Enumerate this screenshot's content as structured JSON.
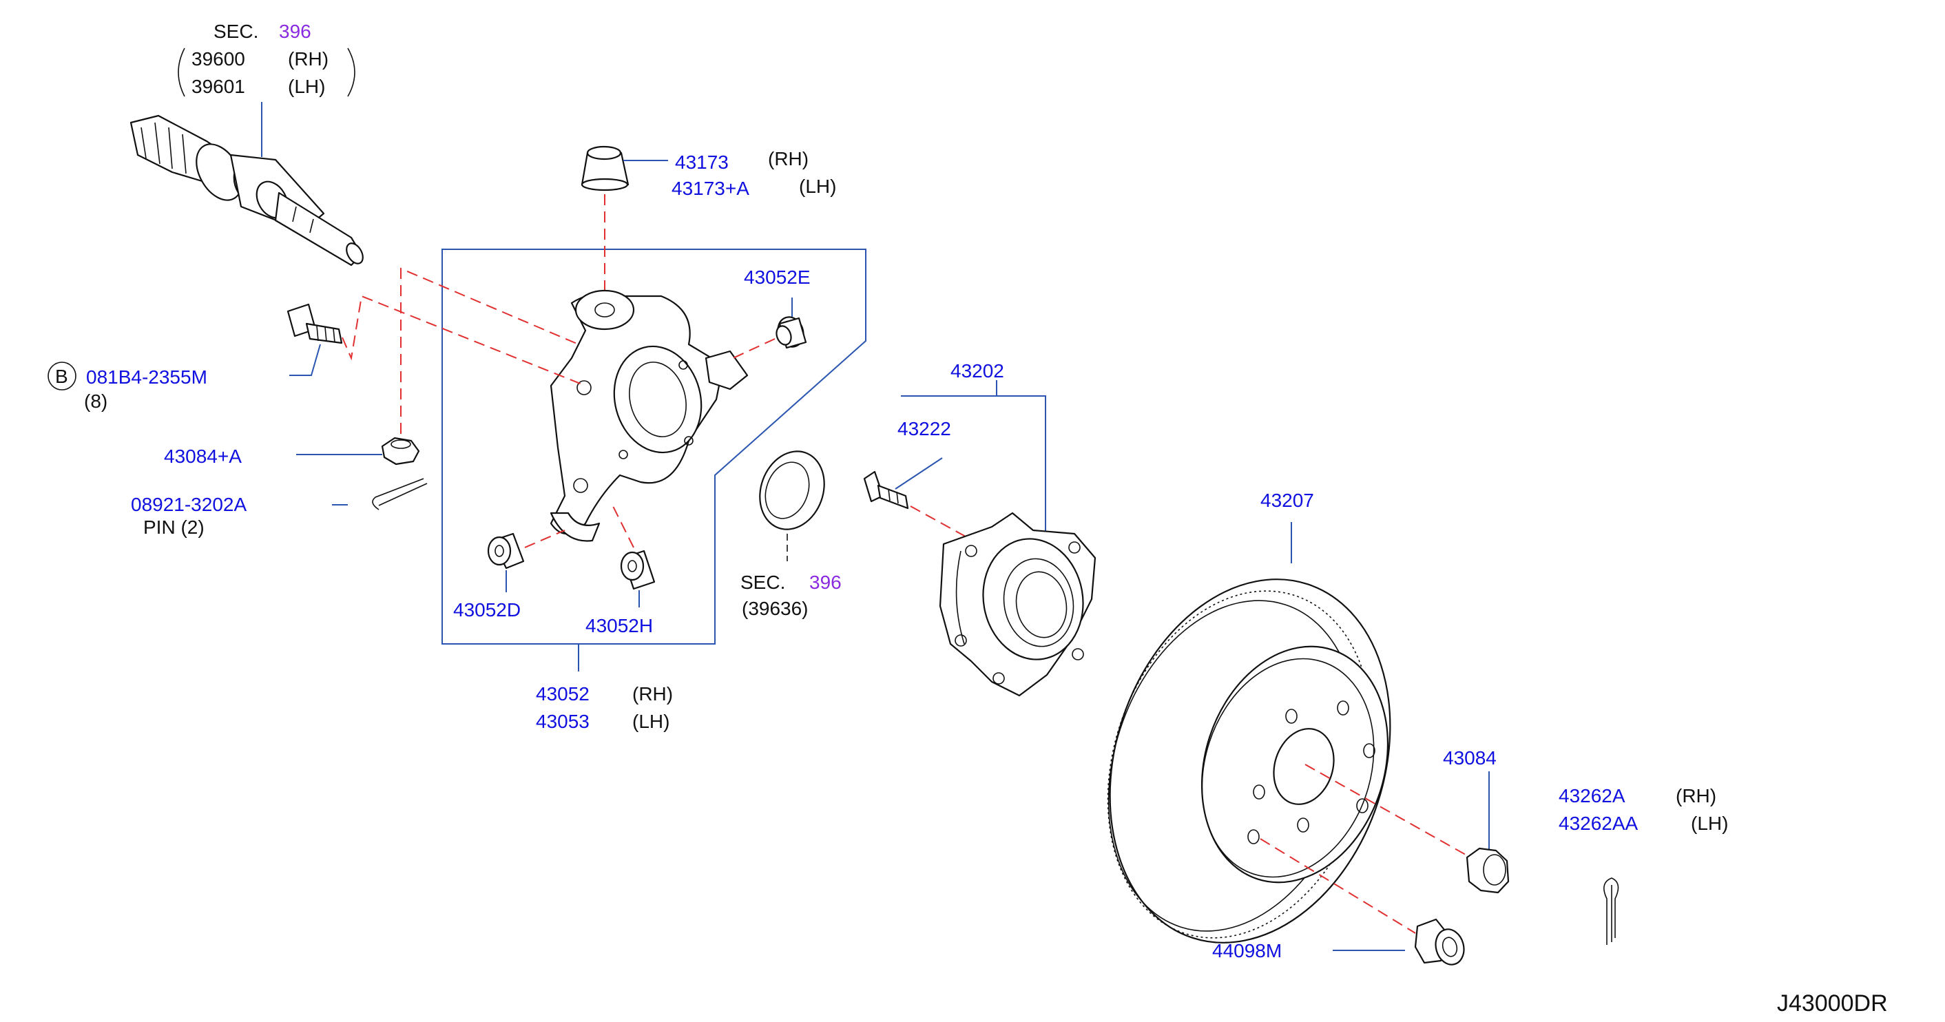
{
  "diagram": {
    "code": "J43000DR",
    "drive_shaft": {
      "sec": "SEC.",
      "sec_num": "396",
      "pn_rh": "39600",
      "rh": "(RH)",
      "pn_lh": "39601",
      "lh": "(LH)"
    },
    "cap": {
      "pn_rh": "43173",
      "rh": "(RH)",
      "pn_lh": "43173+A",
      "lh": "(LH)"
    },
    "bush_e": "43052E",
    "bolt": {
      "marker": "B",
      "pn": "081B4-2355M",
      "qty": "(8)"
    },
    "nut_a": "43084+A",
    "pin": {
      "pn": "08921-3202A",
      "desc": "PIN (2)"
    },
    "bush_d": "43052D",
    "bush_h": "43052H",
    "knuckle": {
      "pn_rh": "43052",
      "rh": "(RH)",
      "pn_lh": "43053",
      "lh": "(LH)"
    },
    "seal": {
      "sec": "SEC.",
      "sec_num": "396",
      "pn": "(39636)"
    },
    "hub_assy": "43202",
    "hub_bolt": "43222",
    "rotor": "43207",
    "wheel_nut": "43084",
    "cotter": {
      "pn_rh": "43262A",
      "rh": "(RH)",
      "pn_lh": "43262AA",
      "lh": "(LH)"
    },
    "plug": "44098M"
  }
}
